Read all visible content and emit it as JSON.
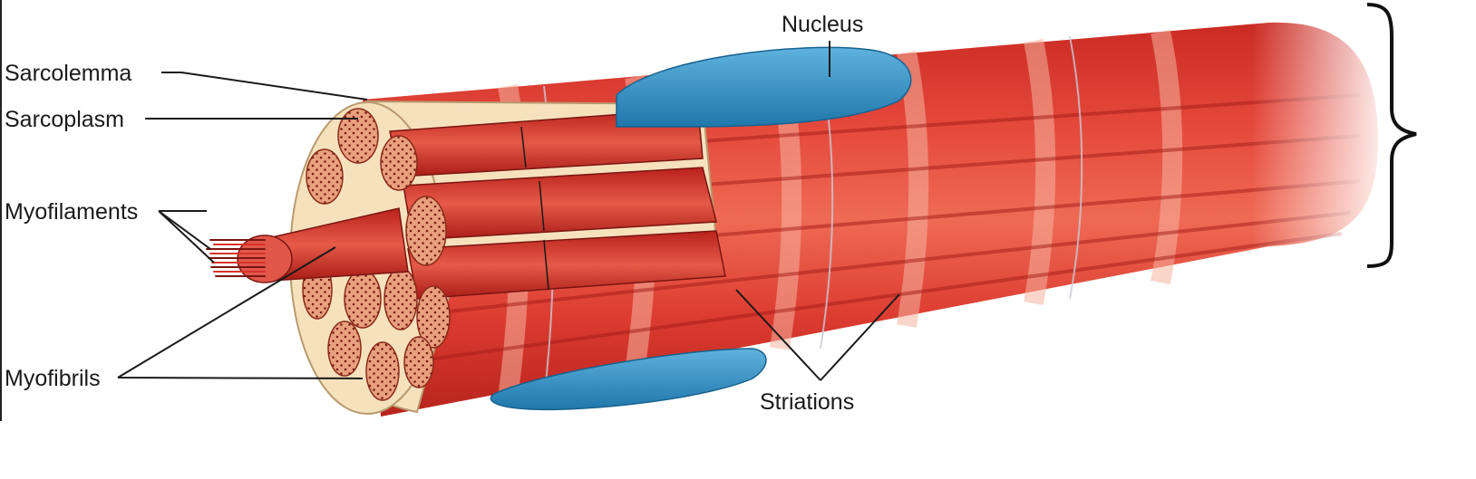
{
  "labels": {
    "nucleus": "Nucleus",
    "sarcolemma": "Sarcolemma",
    "sarcoplasm": "Sarcoplasm",
    "myofilaments": "Myofilaments",
    "myofibrils": "Myofibrils",
    "striations": "Striations"
  },
  "colors": {
    "muscle_red": "#d8342b",
    "muscle_dark": "#9e1b16",
    "muscle_light": "#f07a67",
    "nucleus_blue": "#2f8fc4",
    "sarcoplasm_cream": "#f6e1bd",
    "cut_face": "#e8a07e"
  }
}
